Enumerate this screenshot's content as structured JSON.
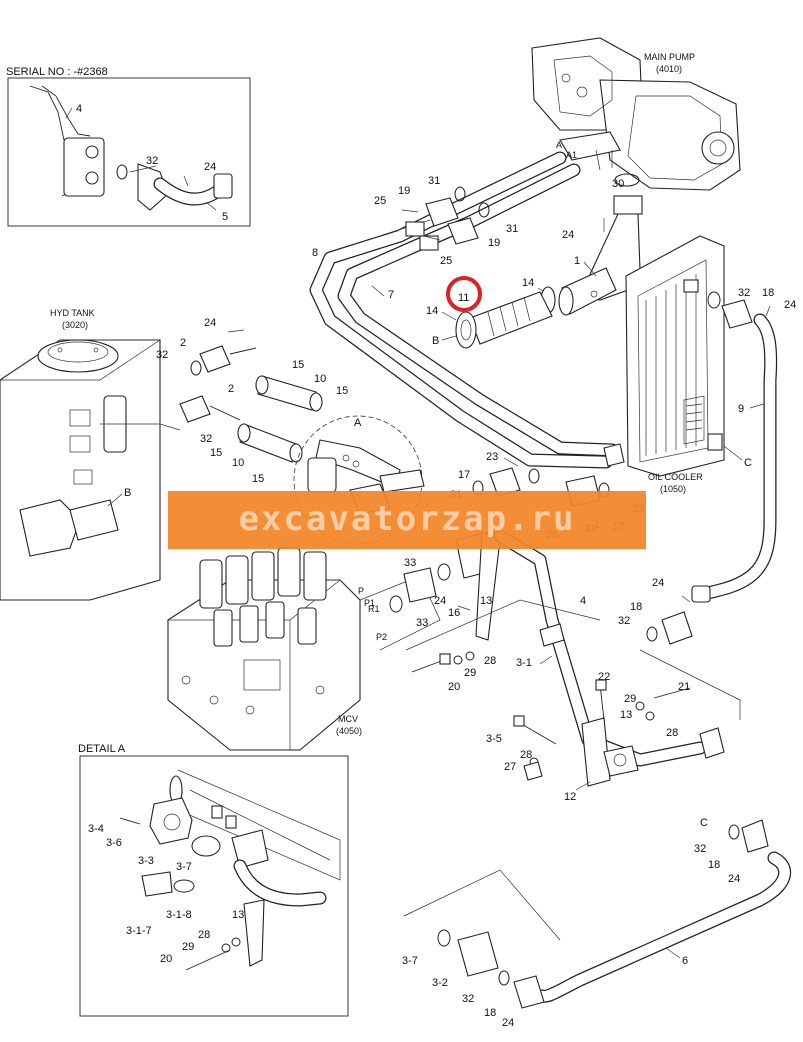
{
  "callouts": {
    "serial_no": "SERIAL NO : -#2368",
    "main_pump": "MAIN PUMP",
    "main_pump_code": "(4010)",
    "hyd_tank": "HYD TANK",
    "hyd_tank_code": "(3020)",
    "oil_cooler": "OIL COOLER",
    "oil_cooler_code": "(1050)",
    "mcv": "MCV",
    "mcv_code": "(4050)",
    "detail_a": "DETAIL A",
    "port_a": "A",
    "port_b_tank": "B",
    "port_b_hose": "B",
    "port_c_cooler": "C",
    "port_c_hose": "C",
    "pump_port_a": "A",
    "pump_port_a1": "A1",
    "mcv_p1": "P1",
    "mcv_r1": "R1",
    "mcv_p2": "P2",
    "mcv_p": "P"
  },
  "part_labels": {
    "inset_4": "4",
    "inset_32": "32",
    "inset_24": "24",
    "inset_5": "5",
    "p19a": "19",
    "p31a": "31",
    "p25a": "25",
    "p31b": "31",
    "p19b": "19",
    "p25b": "25",
    "p8": "8",
    "p7": "7",
    "p30": "30",
    "p24a": "24",
    "p1a": "1",
    "p14a": "14",
    "p11": "11",
    "p14b": "14",
    "p32a": "32",
    "p18a": "18",
    "p24b": "24",
    "p9": "9",
    "p24c": "24",
    "p2a": "2",
    "p32b": "32",
    "p15a": "15",
    "p10a": "10",
    "p15b": "15",
    "p2b": "2",
    "p32c": "32",
    "p15c": "15",
    "p10b": "10",
    "p15d": "15",
    "p23a": "23",
    "p17a": "17",
    "p31c": "31",
    "p26": "26",
    "p31d": "31",
    "p1b": "1",
    "p17b": "17",
    "p23b": "23",
    "p33a": "33",
    "p24d": "24",
    "p16": "16",
    "p33b": "33",
    "p13a": "13",
    "p4": "4",
    "p28a": "28",
    "p29a": "29",
    "p20a": "20",
    "p3_1": "3-1",
    "p24e": "24",
    "p18b": "18",
    "p32d": "32",
    "p22": "22",
    "p21": "21",
    "p29b": "29",
    "p13b": "13",
    "p28b": "28",
    "p3_5": "3-5",
    "p28c": "28",
    "p27": "27",
    "p12": "12",
    "d3_4": "3-4",
    "d3_6": "3-6",
    "d3_3": "3-3",
    "d3_7": "3-7",
    "d3_1_8": "3-1-8",
    "d3_1_7": "3-1-7",
    "d13": "13",
    "d28": "28",
    "d29": "29",
    "d20": "20",
    "c_label": "C",
    "p32e": "32",
    "p18c": "18",
    "p24f": "24",
    "p6": "6",
    "p3_7": "3-7",
    "p3_2": "3-2",
    "p32f": "32",
    "p18d": "18",
    "p24g": "24"
  },
  "watermark": "excavatorzap.ru",
  "highlight": {
    "part": "11",
    "color": "#e02020"
  },
  "colors": {
    "watermark_band": "#f28528",
    "line": "#222222"
  }
}
